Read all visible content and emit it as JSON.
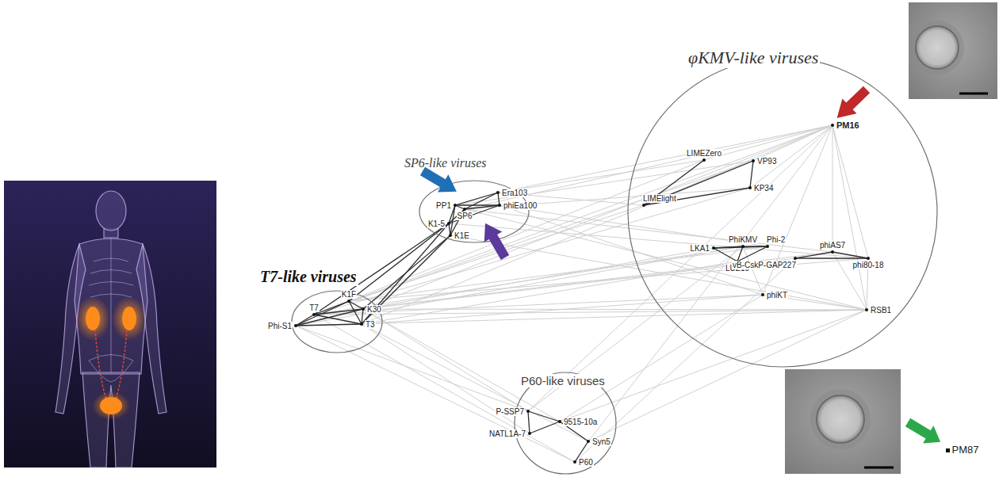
{
  "diagram": {
    "nodes": [
      {
        "text": [
          "SP6-like viruses"
        ]
      },
      {
        "text": [
          "PP1"
        ],
        "in": 0
      },
      {
        "text": [
          "Era103"
        ],
        "in": 0
      },
      {
        "text": [
          "phiEa100"
        ],
        "in": 0
      },
      {
        "text": [
          "SP6"
        ],
        "in": 0
      },
      {
        "text": [
          "K1-5"
        ],
        "in": 0
      },
      {
        "text": [
          "K1E"
        ],
        "in": 0
      },
      {
        "text": [
          "T7-like viruses"
        ]
      },
      {
        "text": [
          "T7"
        ],
        "in": 7
      },
      {
        "text": [
          "K1F"
        ],
        "in": 7
      },
      {
        "text": [
          "K30"
        ],
        "in": 7
      },
      {
        "text": [
          "T3"
        ],
        "in": 7
      },
      {
        "text": [
          "Phi-S1"
        ],
        "in": 7
      },
      {
        "text": [
          "φKMV-like viruses"
        ]
      },
      {
        "text": [
          "PM16"
        ],
        "in": 13
      },
      {
        "text": [
          "LIMEZero"
        ],
        "in": 13
      },
      {
        "text": [
          "VP93"
        ],
        "in": 13
      },
      {
        "text": [
          "KP34"
        ],
        "in": 13
      },
      {
        "text": [
          "LIMElight"
        ],
        "in": 13
      },
      {
        "text": [
          "PhiKMV"
        ],
        "in": 13
      },
      {
        "text": [
          "Phi-2"
        ],
        "in": 13
      },
      {
        "text": [
          "LKA1"
        ],
        "in": 13
      },
      {
        "text": [
          "LUZ19"
        ],
        "in": 13
      },
      {
        "text": [
          "phiAS7"
        ],
        "in": 13
      },
      {
        "text": [
          "vB-CskP-GAP227"
        ],
        "in": 13
      },
      {
        "text": [
          "phi80-18"
        ],
        "in": 13
      },
      {
        "text": [
          "phiKT"
        ],
        "in": 13
      },
      {
        "text": [
          "RSB1"
        ],
        "in": 13
      },
      {
        "text": [
          "P60-like viruses"
        ]
      },
      {
        "text": [
          "P-SSP7"
        ],
        "in": 28
      },
      {
        "text": [
          "9515-10a"
        ],
        "in": 28
      },
      {
        "text": [
          "NATL1A-7"
        ],
        "in": 28
      },
      {
        "text": [
          "Syn5"
        ],
        "in": 28
      },
      {
        "text": [
          "P60"
        ],
        "in": 28
      },
      {
        "text": [
          "PM87"
        ]
      }
    ],
    "edges": [
      {
        "from": 1,
        "to": 2,
        "arrow": "none"
      },
      {
        "from": 1,
        "to": 3,
        "arrow": "none"
      },
      {
        "from": 1,
        "to": 4,
        "arrow": "none"
      },
      {
        "from": 1,
        "to": 5,
        "arrow": "none"
      },
      {
        "from": 1,
        "to": 6,
        "arrow": "none"
      },
      {
        "from": 2,
        "to": 3,
        "arrow": "none"
      },
      {
        "from": 2,
        "to": 4,
        "arrow": "none"
      },
      {
        "from": 3,
        "to": 4,
        "arrow": "none"
      },
      {
        "from": 4,
        "to": 5,
        "arrow": "none"
      },
      {
        "from": 4,
        "to": 6,
        "arrow": "none"
      },
      {
        "from": 5,
        "to": 6,
        "arrow": "none"
      },
      {
        "from": 3,
        "to": 5,
        "arrow": "none"
      },
      {
        "from": 5,
        "to": 8,
        "arrow": "none"
      },
      {
        "from": 5,
        "to": 9,
        "arrow": "none"
      },
      {
        "from": 6,
        "to": 10,
        "arrow": "none"
      },
      {
        "from": 6,
        "to": 11,
        "arrow": "none"
      },
      {
        "from": 5,
        "to": 11,
        "arrow": "none"
      },
      {
        "from": 8,
        "to": 9,
        "arrow": "none"
      },
      {
        "from": 8,
        "to": 10,
        "arrow": "none"
      },
      {
        "from": 8,
        "to": 11,
        "arrow": "none"
      },
      {
        "from": 8,
        "to": 12,
        "arrow": "none"
      },
      {
        "from": 9,
        "to": 10,
        "arrow": "none"
      },
      {
        "from": 9,
        "to": 11,
        "arrow": "none"
      },
      {
        "from": 9,
        "to": 12,
        "arrow": "none"
      },
      {
        "from": 10,
        "to": 11,
        "arrow": "none"
      },
      {
        "from": 10,
        "to": 12,
        "arrow": "none"
      },
      {
        "from": 11,
        "to": 12,
        "arrow": "none"
      },
      {
        "from": 19,
        "to": 20,
        "arrow": "none"
      },
      {
        "from": 19,
        "to": 21,
        "arrow": "none"
      },
      {
        "from": 19,
        "to": 22,
        "arrow": "none"
      },
      {
        "from": 20,
        "to": 21,
        "arrow": "none"
      },
      {
        "from": 20,
        "to": 22,
        "arrow": "none"
      },
      {
        "from": 21,
        "to": 22,
        "arrow": "none"
      },
      {
        "from": 15,
        "to": 18,
        "arrow": "none"
      },
      {
        "from": 16,
        "to": 17,
        "arrow": "none"
      },
      {
        "from": 16,
        "to": 18,
        "arrow": "none"
      },
      {
        "from": 17,
        "to": 18,
        "arrow": "none"
      },
      {
        "from": 23,
        "to": 24,
        "arrow": "none"
      },
      {
        "from": 24,
        "to": 25,
        "arrow": "none"
      },
      {
        "from": 23,
        "to": 25,
        "arrow": "none"
      },
      {
        "from": 29,
        "to": 30,
        "arrow": "none"
      },
      {
        "from": 29,
        "to": 31,
        "arrow": "none"
      },
      {
        "from": 30,
        "to": 31,
        "arrow": "none"
      },
      {
        "from": 32,
        "to": 33,
        "arrow": "none"
      },
      {
        "from": 30,
        "to": 32,
        "arrow": "none"
      },
      {
        "from": 2,
        "to": 18,
        "arrow": "none"
      },
      {
        "from": 1,
        "to": 16,
        "arrow": "none"
      },
      {
        "from": 2,
        "to": 15,
        "arrow": "none"
      },
      {
        "from": 2,
        "to": 14,
        "arrow": "none"
      },
      {
        "from": 3,
        "to": 20,
        "arrow": "none"
      },
      {
        "from": 3,
        "to": 26,
        "arrow": "none"
      },
      {
        "from": 4,
        "to": 14,
        "arrow": "none"
      },
      {
        "from": 4,
        "to": 17,
        "arrow": "none"
      },
      {
        "from": 4,
        "to": 23,
        "arrow": "none"
      },
      {
        "from": 4,
        "to": 27,
        "arrow": "none"
      },
      {
        "from": 5,
        "to": 25,
        "arrow": "none"
      },
      {
        "from": 6,
        "to": 27,
        "arrow": "none"
      },
      {
        "from": 8,
        "to": 14,
        "arrow": "none"
      },
      {
        "from": 8,
        "to": 16,
        "arrow": "none"
      },
      {
        "from": 8,
        "to": 17,
        "arrow": "none"
      },
      {
        "from": 8,
        "to": 19,
        "arrow": "none"
      },
      {
        "from": 8,
        "to": 23,
        "arrow": "none"
      },
      {
        "from": 8,
        "to": 26,
        "arrow": "none"
      },
      {
        "from": 8,
        "to": 27,
        "arrow": "none"
      },
      {
        "from": 8,
        "to": 33,
        "arrow": "none"
      },
      {
        "from": 9,
        "to": 15,
        "arrow": "none"
      },
      {
        "from": 9,
        "to": 18,
        "arrow": "none"
      },
      {
        "from": 9,
        "to": 20,
        "arrow": "none"
      },
      {
        "from": 9,
        "to": 25,
        "arrow": "none"
      },
      {
        "from": 9,
        "to": 30,
        "arrow": "none"
      },
      {
        "from": 10,
        "to": 14,
        "arrow": "none"
      },
      {
        "from": 10,
        "to": 21,
        "arrow": "none"
      },
      {
        "from": 10,
        "to": 24,
        "arrow": "none"
      },
      {
        "from": 10,
        "to": 27,
        "arrow": "none"
      },
      {
        "from": 10,
        "to": 29,
        "arrow": "none"
      },
      {
        "from": 11,
        "to": 16,
        "arrow": "none"
      },
      {
        "from": 11,
        "to": 22,
        "arrow": "none"
      },
      {
        "from": 11,
        "to": 26,
        "arrow": "none"
      },
      {
        "from": 11,
        "to": 32,
        "arrow": "none"
      },
      {
        "from": 11,
        "to": 31,
        "arrow": "none"
      },
      {
        "from": 12,
        "to": 19,
        "arrow": "none"
      },
      {
        "from": 12,
        "to": 27,
        "arrow": "none"
      },
      {
        "from": 12,
        "to": 33,
        "arrow": "none"
      },
      {
        "from": 12,
        "to": 29,
        "arrow": "none"
      },
      {
        "from": 29,
        "to": 19,
        "arrow": "none"
      },
      {
        "from": 29,
        "to": 14,
        "arrow": "none"
      },
      {
        "from": 30,
        "to": 27,
        "arrow": "none"
      },
      {
        "from": 30,
        "to": 26,
        "arrow": "none"
      },
      {
        "from": 32,
        "to": 27,
        "arrow": "none"
      },
      {
        "from": 32,
        "to": 14,
        "arrow": "none"
      },
      {
        "from": 33,
        "to": 24,
        "arrow": "none"
      },
      {
        "from": 14,
        "to": 15,
        "arrow": "none"
      },
      {
        "from": 14,
        "to": 16,
        "arrow": "none"
      },
      {
        "from": 14,
        "to": 17,
        "arrow": "none"
      },
      {
        "from": 14,
        "to": 18,
        "arrow": "none"
      },
      {
        "from": 14,
        "to": 26,
        "arrow": "none"
      },
      {
        "from": 14,
        "to": 27,
        "arrow": "none"
      },
      {
        "from": 14,
        "to": 23,
        "arrow": "none"
      },
      {
        "from": 14,
        "to": 25,
        "arrow": "none"
      },
      {
        "from": 26,
        "to": 19,
        "arrow": "none"
      },
      {
        "from": 26,
        "to": 27,
        "arrow": "none"
      },
      {
        "from": 27,
        "to": 25,
        "arrow": "none"
      },
      {
        "from": 27,
        "to": 23,
        "arrow": "none"
      }
    ]
  }
}
